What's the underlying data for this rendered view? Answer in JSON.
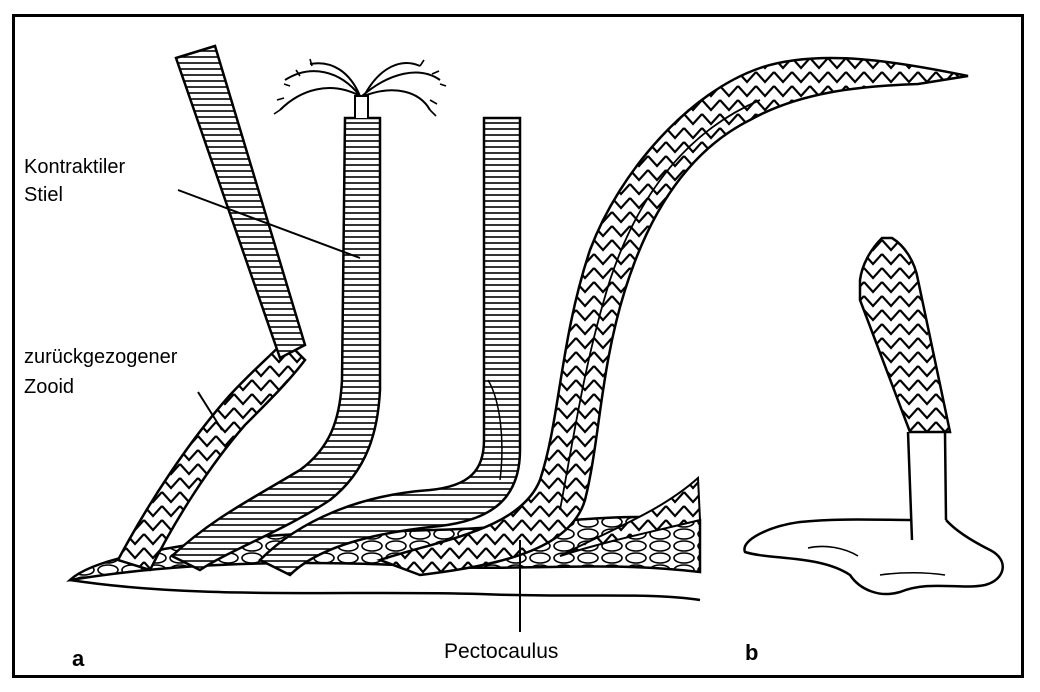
{
  "labels": {
    "stalk_line1": "Kontraktiler",
    "stalk_line2": "Stiel",
    "zooid_line1": "zurückgezogener",
    "zooid_line2": "Zooid",
    "stolon": "Pectocaulus",
    "panel_a": "a",
    "panel_b": "b"
  },
  "colors": {
    "ink": "#000000",
    "paper": "#ffffff"
  }
}
